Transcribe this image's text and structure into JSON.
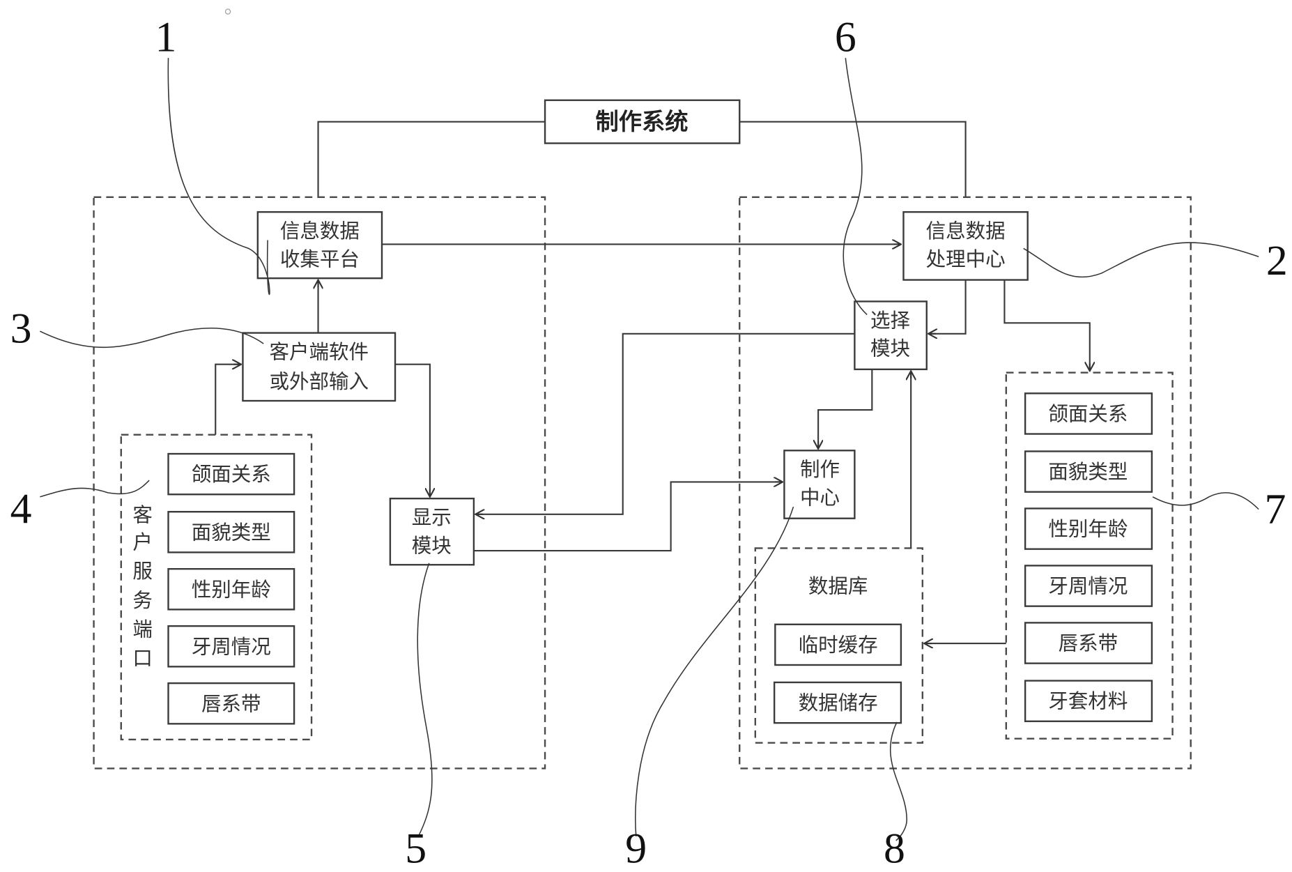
{
  "title": "制作系统",
  "left_group": {
    "collect_platform": [
      "信息数据",
      "收集平台"
    ],
    "client_input": [
      "客户端软件",
      "或外部输入"
    ],
    "display_module": [
      "显示",
      "模块"
    ],
    "client_port": {
      "label_chars": [
        "客",
        "户",
        "服",
        "务",
        "端",
        "口"
      ],
      "items": [
        "颌面关系",
        "面貌类型",
        "性别年龄",
        "牙周情况",
        "唇系带"
      ]
    }
  },
  "right_group": {
    "processing_center": [
      "信息数据",
      "处理中心"
    ],
    "select_module": [
      "选择",
      "模块"
    ],
    "production_center": [
      "制作",
      "中心"
    ],
    "database": {
      "title": "数据库",
      "items": [
        "临时缓存",
        "数据储存"
      ]
    },
    "info_items": [
      "颌面关系",
      "面貌类型",
      "性别年龄",
      "牙周情况",
      "唇系带",
      "牙套材料"
    ]
  },
  "reference_numbers": {
    "n1": "1",
    "n2": "2",
    "n3": "3",
    "n4": "4",
    "n5": "5",
    "n6": "6",
    "n7": "7",
    "n8": "8",
    "n9": "9"
  }
}
